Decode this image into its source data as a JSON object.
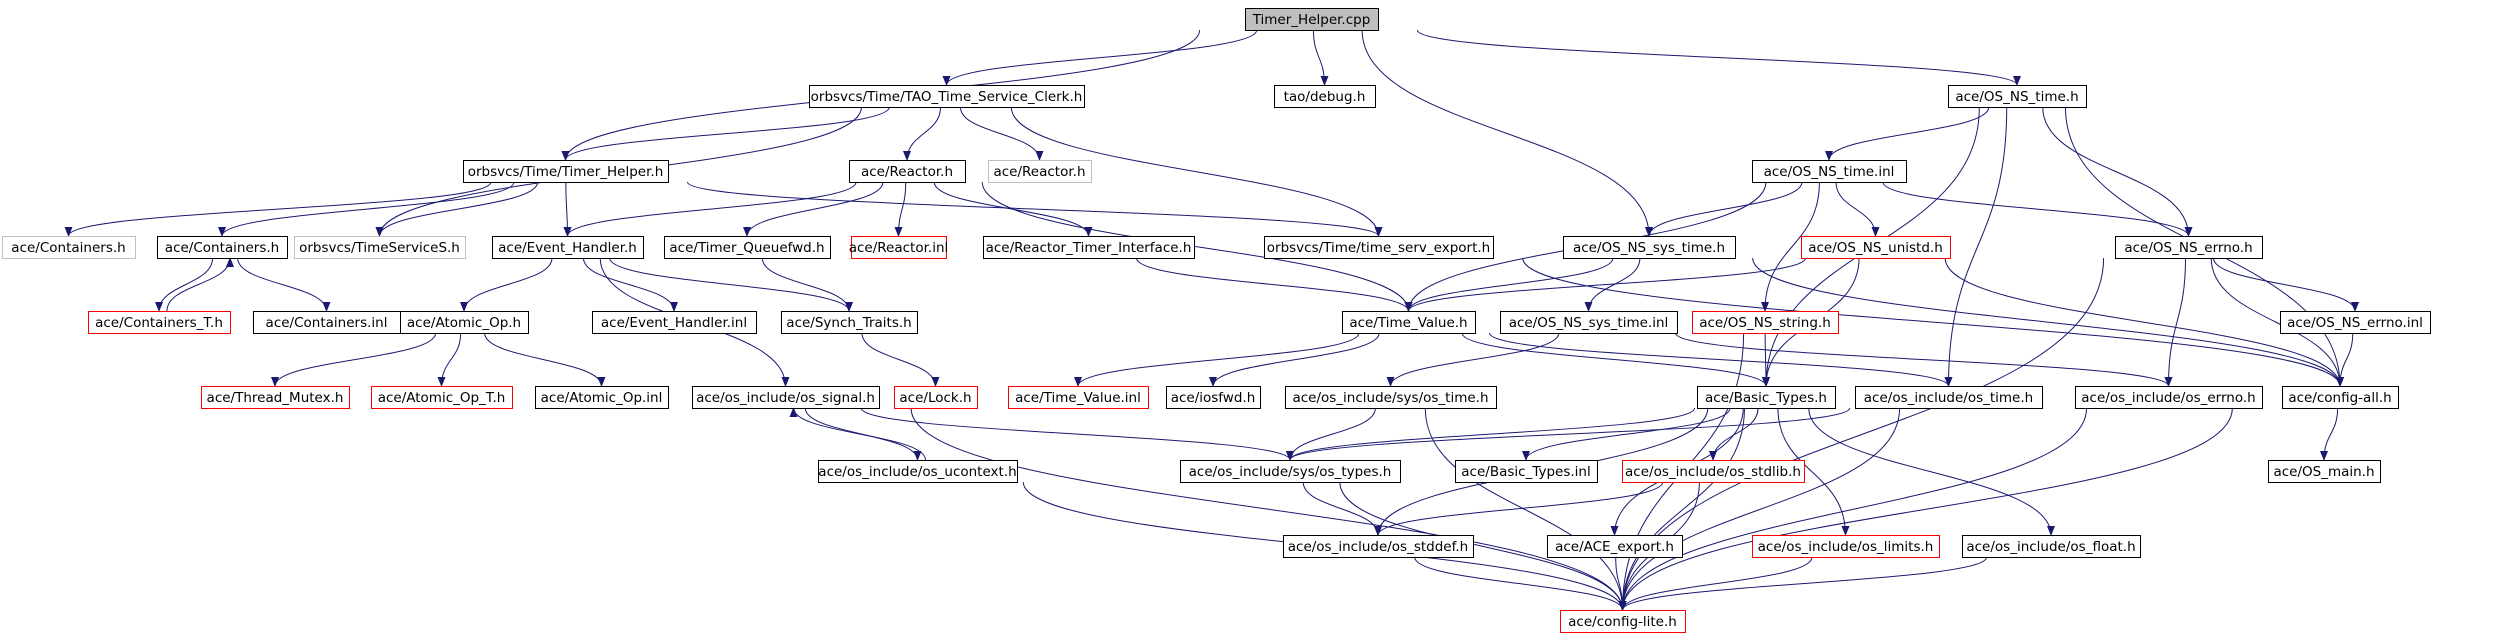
{
  "graph": {
    "nodes": [
      {
        "id": "n_timer_helper_cpp",
        "label": "Timer_Helper.cpp",
        "style": "root"
      },
      {
        "id": "n_clerk_h",
        "label": "orbsvcs/Time/TAO_Time_Service_Clerk.h",
        "style": "black"
      },
      {
        "id": "n_tao_debug",
        "label": "tao/debug.h",
        "style": "black"
      },
      {
        "id": "n_os_ns_time_h",
        "label": "ace/OS_NS_time.h",
        "style": "black"
      },
      {
        "id": "n_timer_helper_h",
        "label": "orbsvcs/Time/Timer_Helper.h",
        "style": "black"
      },
      {
        "id": "n_reactor_h",
        "label": "ace/Reactor.h",
        "style": "black"
      },
      {
        "id": "n_ace_reactor_h_gray",
        "label": "ace/Reactor.h",
        "style": "gray"
      },
      {
        "id": "n_os_ns_time_inl",
        "label": "ace/OS_NS_time.inl",
        "style": "black"
      },
      {
        "id": "n_containers_gray",
        "label": "ace/Containers.h",
        "style": "gray"
      },
      {
        "id": "n_containers_h",
        "label": "ace/Containers.h",
        "style": "black"
      },
      {
        "id": "n_timeservices_h",
        "label": "orbsvcs/TimeServiceS.h",
        "style": "gray"
      },
      {
        "id": "n_event_handler_h",
        "label": "ace/Event_Handler.h",
        "style": "black"
      },
      {
        "id": "n_timer_queuefwd",
        "label": "ace/Timer_Queuefwd.h",
        "style": "black"
      },
      {
        "id": "n_reactor_inl",
        "label": "ace/Reactor.inl",
        "style": "red"
      },
      {
        "id": "n_reactor_timer_if",
        "label": "ace/Reactor_Timer_Interface.h",
        "style": "black"
      },
      {
        "id": "n_time_serv_export",
        "label": "orbsvcs/Time/time_serv_export.h",
        "style": "black"
      },
      {
        "id": "n_os_ns_sys_time_h",
        "label": "ace/OS_NS_sys_time.h",
        "style": "black"
      },
      {
        "id": "n_os_ns_unistd",
        "label": "ace/OS_NS_unistd.h",
        "style": "red"
      },
      {
        "id": "n_os_ns_errno_h",
        "label": "ace/OS_NS_errno.h",
        "style": "black"
      },
      {
        "id": "n_containers_t_h",
        "label": "ace/Containers_T.h",
        "style": "red"
      },
      {
        "id": "n_containers_inl",
        "label": "ace/Containers.inl",
        "style": "black"
      },
      {
        "id": "n_atomic_op_h",
        "label": "ace/Atomic_Op.h",
        "style": "black"
      },
      {
        "id": "n_event_handler_inl",
        "label": "ace/Event_Handler.inl",
        "style": "black"
      },
      {
        "id": "n_synch_traits",
        "label": "ace/Synch_Traits.h",
        "style": "black"
      },
      {
        "id": "n_time_value_h",
        "label": "ace/Time_Value.h",
        "style": "black"
      },
      {
        "id": "n_os_ns_sys_time_inl",
        "label": "ace/OS_NS_sys_time.inl",
        "style": "black"
      },
      {
        "id": "n_os_ns_string",
        "label": "ace/OS_NS_string.h",
        "style": "red"
      },
      {
        "id": "n_os_ns_errno_inl",
        "label": "ace/OS_NS_errno.inl",
        "style": "black"
      },
      {
        "id": "n_thread_mutex",
        "label": "ace/Thread_Mutex.h",
        "style": "red"
      },
      {
        "id": "n_atomic_op_t",
        "label": "ace/Atomic_Op_T.h",
        "style": "red"
      },
      {
        "id": "n_atomic_op_inl",
        "label": "ace/Atomic_Op.inl",
        "style": "black"
      },
      {
        "id": "n_os_signal",
        "label": "ace/os_include/os_signal.h",
        "style": "black"
      },
      {
        "id": "n_lock_h",
        "label": "ace/Lock.h",
        "style": "red"
      },
      {
        "id": "n_time_value_inl",
        "label": "ace/Time_Value.inl",
        "style": "red"
      },
      {
        "id": "n_iosfwd",
        "label": "ace/iosfwd.h",
        "style": "black"
      },
      {
        "id": "n_sys_os_time",
        "label": "ace/os_include/sys/os_time.h",
        "style": "black"
      },
      {
        "id": "n_basic_types_h",
        "label": "ace/Basic_Types.h",
        "style": "black"
      },
      {
        "id": "n_os_time_h",
        "label": "ace/os_include/os_time.h",
        "style": "black"
      },
      {
        "id": "n_os_errno_h",
        "label": "ace/os_include/os_errno.h",
        "style": "black"
      },
      {
        "id": "n_config_all",
        "label": "ace/config-all.h",
        "style": "black"
      },
      {
        "id": "n_os_ucontext",
        "label": "ace/os_include/os_ucontext.h",
        "style": "black"
      },
      {
        "id": "n_sys_os_types",
        "label": "ace/os_include/sys/os_types.h",
        "style": "black"
      },
      {
        "id": "n_basic_types_inl",
        "label": "ace/Basic_Types.inl",
        "style": "black"
      },
      {
        "id": "n_os_stdlib",
        "label": "ace/os_include/os_stdlib.h",
        "style": "red"
      },
      {
        "id": "n_os_main",
        "label": "ace/OS_main.h",
        "style": "black"
      },
      {
        "id": "n_os_stddef",
        "label": "ace/os_include/os_stddef.h",
        "style": "black"
      },
      {
        "id": "n_ace_export",
        "label": "ace/ACE_export.h",
        "style": "black"
      },
      {
        "id": "n_os_limits",
        "label": "ace/os_include/os_limits.h",
        "style": "red"
      },
      {
        "id": "n_os_float",
        "label": "ace/os_include/os_float.h",
        "style": "black"
      },
      {
        "id": "n_config_lite",
        "label": "ace/config-lite.h",
        "style": "red"
      }
    ],
    "edges": [
      [
        "n_timer_helper_cpp",
        "n_clerk_h"
      ],
      [
        "n_timer_helper_cpp",
        "n_tao_debug"
      ],
      [
        "n_timer_helper_cpp",
        "n_os_ns_time_h"
      ],
      [
        "n_timer_helper_cpp",
        "n_timer_helper_h"
      ],
      [
        "n_timer_helper_cpp",
        "n_os_ns_sys_time_h"
      ],
      [
        "n_clerk_h",
        "n_timer_helper_h"
      ],
      [
        "n_clerk_h",
        "n_reactor_h"
      ],
      [
        "n_clerk_h",
        "n_ace_reactor_h_gray"
      ],
      [
        "n_clerk_h",
        "n_timeservices_h"
      ],
      [
        "n_clerk_h",
        "n_time_serv_export"
      ],
      [
        "n_timer_helper_h",
        "n_containers_gray"
      ],
      [
        "n_timer_helper_h",
        "n_containers_h"
      ],
      [
        "n_timer_helper_h",
        "n_timeservices_h"
      ],
      [
        "n_timer_helper_h",
        "n_event_handler_h"
      ],
      [
        "n_timer_helper_h",
        "n_time_serv_export"
      ],
      [
        "n_reactor_h",
        "n_event_handler_h"
      ],
      [
        "n_reactor_h",
        "n_timer_queuefwd"
      ],
      [
        "n_reactor_h",
        "n_reactor_inl"
      ],
      [
        "n_reactor_h",
        "n_reactor_timer_if"
      ],
      [
        "n_reactor_h",
        "n_time_value_h"
      ],
      [
        "n_os_ns_time_h",
        "n_os_ns_time_inl"
      ],
      [
        "n_os_ns_time_h",
        "n_os_ns_errno_h"
      ],
      [
        "n_os_ns_time_h",
        "n_basic_types_h"
      ],
      [
        "n_os_ns_time_h",
        "n_os_time_h"
      ],
      [
        "n_os_ns_time_h",
        "n_config_all"
      ],
      [
        "n_os_ns_time_inl",
        "n_os_ns_sys_time_h"
      ],
      [
        "n_os_ns_time_inl",
        "n_os_ns_unistd"
      ],
      [
        "n_os_ns_time_inl",
        "n_os_ns_errno_h"
      ],
      [
        "n_os_ns_time_inl",
        "n_time_value_h"
      ],
      [
        "n_os_ns_time_inl",
        "n_os_ns_string"
      ],
      [
        "n_containers_h",
        "n_containers_t_h"
      ],
      [
        "n_containers_h",
        "n_containers_inl"
      ],
      [
        "n_containers_t_h",
        "n_containers_h"
      ],
      [
        "n_event_handler_h",
        "n_atomic_op_h"
      ],
      [
        "n_event_handler_h",
        "n_event_handler_inl"
      ],
      [
        "n_event_handler_h",
        "n_synch_traits"
      ],
      [
        "n_event_handler_h",
        "n_os_signal"
      ],
      [
        "n_timer_queuefwd",
        "n_synch_traits"
      ],
      [
        "n_synch_traits",
        "n_lock_h"
      ],
      [
        "n_reactor_timer_if",
        "n_time_value_h"
      ],
      [
        "n_time_serv_export",
        "n_config_all"
      ],
      [
        "n_os_ns_sys_time_h",
        "n_time_value_h"
      ],
      [
        "n_os_ns_sys_time_h",
        "n_os_ns_sys_time_inl"
      ],
      [
        "n_os_ns_sys_time_h",
        "n_config_all"
      ],
      [
        "n_os_ns_unistd",
        "n_time_value_h"
      ],
      [
        "n_os_ns_unistd",
        "n_basic_types_h"
      ],
      [
        "n_os_ns_unistd",
        "n_config_all"
      ],
      [
        "n_os_ns_errno_h",
        "n_os_ns_errno_inl"
      ],
      [
        "n_os_ns_errno_h",
        "n_os_errno_h"
      ],
      [
        "n_os_ns_errno_h",
        "n_config_all"
      ],
      [
        "n_os_ns_errno_h",
        "n_config_lite"
      ],
      [
        "n_atomic_op_h",
        "n_thread_mutex"
      ],
      [
        "n_atomic_op_h",
        "n_atomic_op_t"
      ],
      [
        "n_atomic_op_h",
        "n_atomic_op_inl"
      ],
      [
        "n_time_value_h",
        "n_time_value_inl"
      ],
      [
        "n_time_value_h",
        "n_iosfwd"
      ],
      [
        "n_time_value_h",
        "n_basic_types_h"
      ],
      [
        "n_time_value_h",
        "n_os_time_h"
      ],
      [
        "n_os_ns_sys_time_inl",
        "n_sys_os_time"
      ],
      [
        "n_os_ns_sys_time_inl",
        "n_os_errno_h"
      ],
      [
        "n_os_ns_string",
        "n_basic_types_h"
      ],
      [
        "n_os_ns_string",
        "n_config_lite"
      ],
      [
        "n_os_ns_errno_inl",
        "n_config_all"
      ],
      [
        "n_os_signal",
        "n_os_ucontext"
      ],
      [
        "n_os_signal",
        "n_sys_os_types"
      ],
      [
        "n_os_signal",
        "n_config_lite"
      ],
      [
        "n_os_ucontext",
        "n_os_signal"
      ],
      [
        "n_os_ucontext",
        "n_config_lite"
      ],
      [
        "n_sys_os_time",
        "n_sys_os_types"
      ],
      [
        "n_sys_os_time",
        "n_config_lite"
      ],
      [
        "n_basic_types_h",
        "n_sys_os_types"
      ],
      [
        "n_basic_types_h",
        "n_basic_types_inl"
      ],
      [
        "n_basic_types_h",
        "n_os_stdlib"
      ],
      [
        "n_basic_types_h",
        "n_os_stddef"
      ],
      [
        "n_basic_types_h",
        "n_ace_export"
      ],
      [
        "n_basic_types_h",
        "n_os_limits"
      ],
      [
        "n_basic_types_h",
        "n_os_float"
      ],
      [
        "n_basic_types_h",
        "n_config_lite"
      ],
      [
        "n_os_time_h",
        "n_sys_os_types"
      ],
      [
        "n_os_time_h",
        "n_config_lite"
      ],
      [
        "n_os_errno_h",
        "n_config_lite"
      ],
      [
        "n_config_all",
        "n_os_main"
      ],
      [
        "n_config_all",
        "n_config_lite"
      ],
      [
        "n_sys_os_types",
        "n_os_stddef"
      ],
      [
        "n_sys_os_types",
        "n_config_lite"
      ],
      [
        "n_os_stdlib",
        "n_os_stddef"
      ],
      [
        "n_os_stdlib",
        "n_config_lite"
      ],
      [
        "n_os_stddef",
        "n_config_lite"
      ],
      [
        "n_ace_export",
        "n_config_lite"
      ],
      [
        "n_os_limits",
        "n_config_lite"
      ],
      [
        "n_os_float",
        "n_config_lite"
      ]
    ]
  }
}
